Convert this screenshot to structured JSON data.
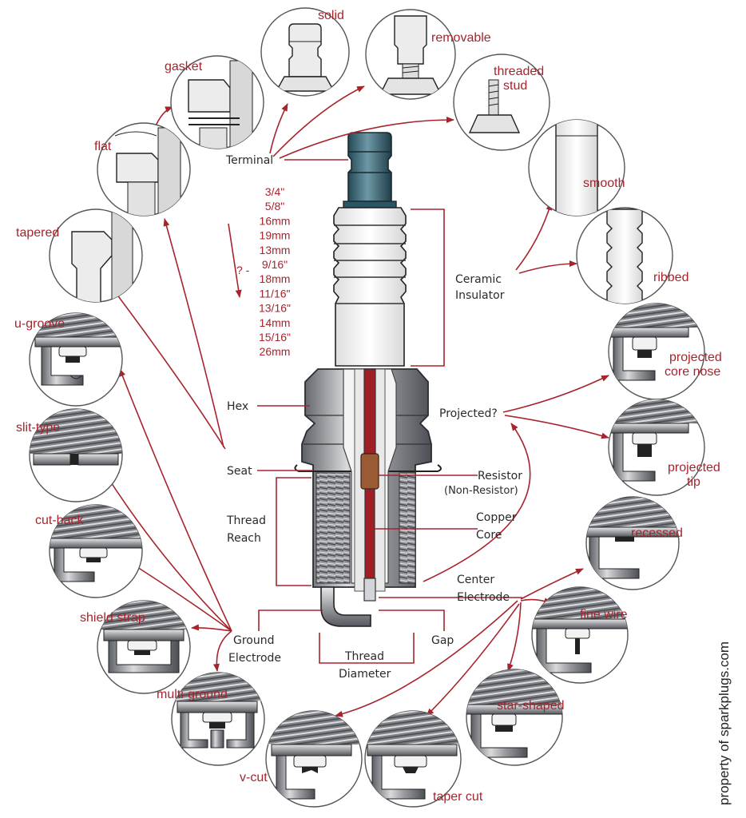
{
  "diagram": {
    "title": "Spark plug anatomy",
    "watermark": "property of sparkplugs.com",
    "colors": {
      "label_red": "#a8242c",
      "label_dark": "#2a2a2a",
      "terminal_teal": "#3d6f80",
      "insulator_white": "#f3f3f3",
      "metal_gray": "#8a8d92",
      "resistor_brown": "#9a5a34",
      "core_red": "#a01f24"
    },
    "parts": {
      "terminal": "Terminal",
      "ceramic_insulator": [
        "Ceramic",
        "Insulator"
      ],
      "hex": "Hex",
      "seat": "Seat",
      "thread_reach": [
        "Thread",
        "Reach"
      ],
      "resistor": "Resistor",
      "resistor_sub": "(Non-Resistor)",
      "copper_core": [
        "Copper",
        "Core"
      ],
      "center_electrode": [
        "Center",
        "Electrode"
      ],
      "ground_electrode": [
        "Ground",
        "Electrode"
      ],
      "thread_diameter": [
        "Thread",
        "Diameter"
      ],
      "gap": "Gap",
      "projected": "Projected?"
    },
    "hex_sizes": {
      "prefix": "? -",
      "values": [
        "3/4\"",
        "5/8\"",
        "16mm",
        "19mm",
        "13mm",
        "9/16\"",
        "18mm",
        "11/16\"",
        "13/16\"",
        "14mm",
        "15/16\"",
        "26mm"
      ]
    },
    "variants": {
      "terminal": [
        "solid",
        "removable",
        [
          "threaded",
          "stud"
        ]
      ],
      "insulator": [
        "smooth",
        "ribbed"
      ],
      "seat": [
        "gasket",
        "flat",
        "tapered"
      ],
      "projected": [
        [
          "projected",
          "core nose"
        ],
        [
          "projected",
          "tip"
        ]
      ],
      "center_electrode": [
        "recessed",
        "fine wire",
        "star-shaped",
        "taper cut",
        "v-cut"
      ],
      "ground_electrode": [
        "u-groove",
        "slit-type",
        "cut-back",
        "shield strap",
        "multi-ground"
      ]
    }
  }
}
